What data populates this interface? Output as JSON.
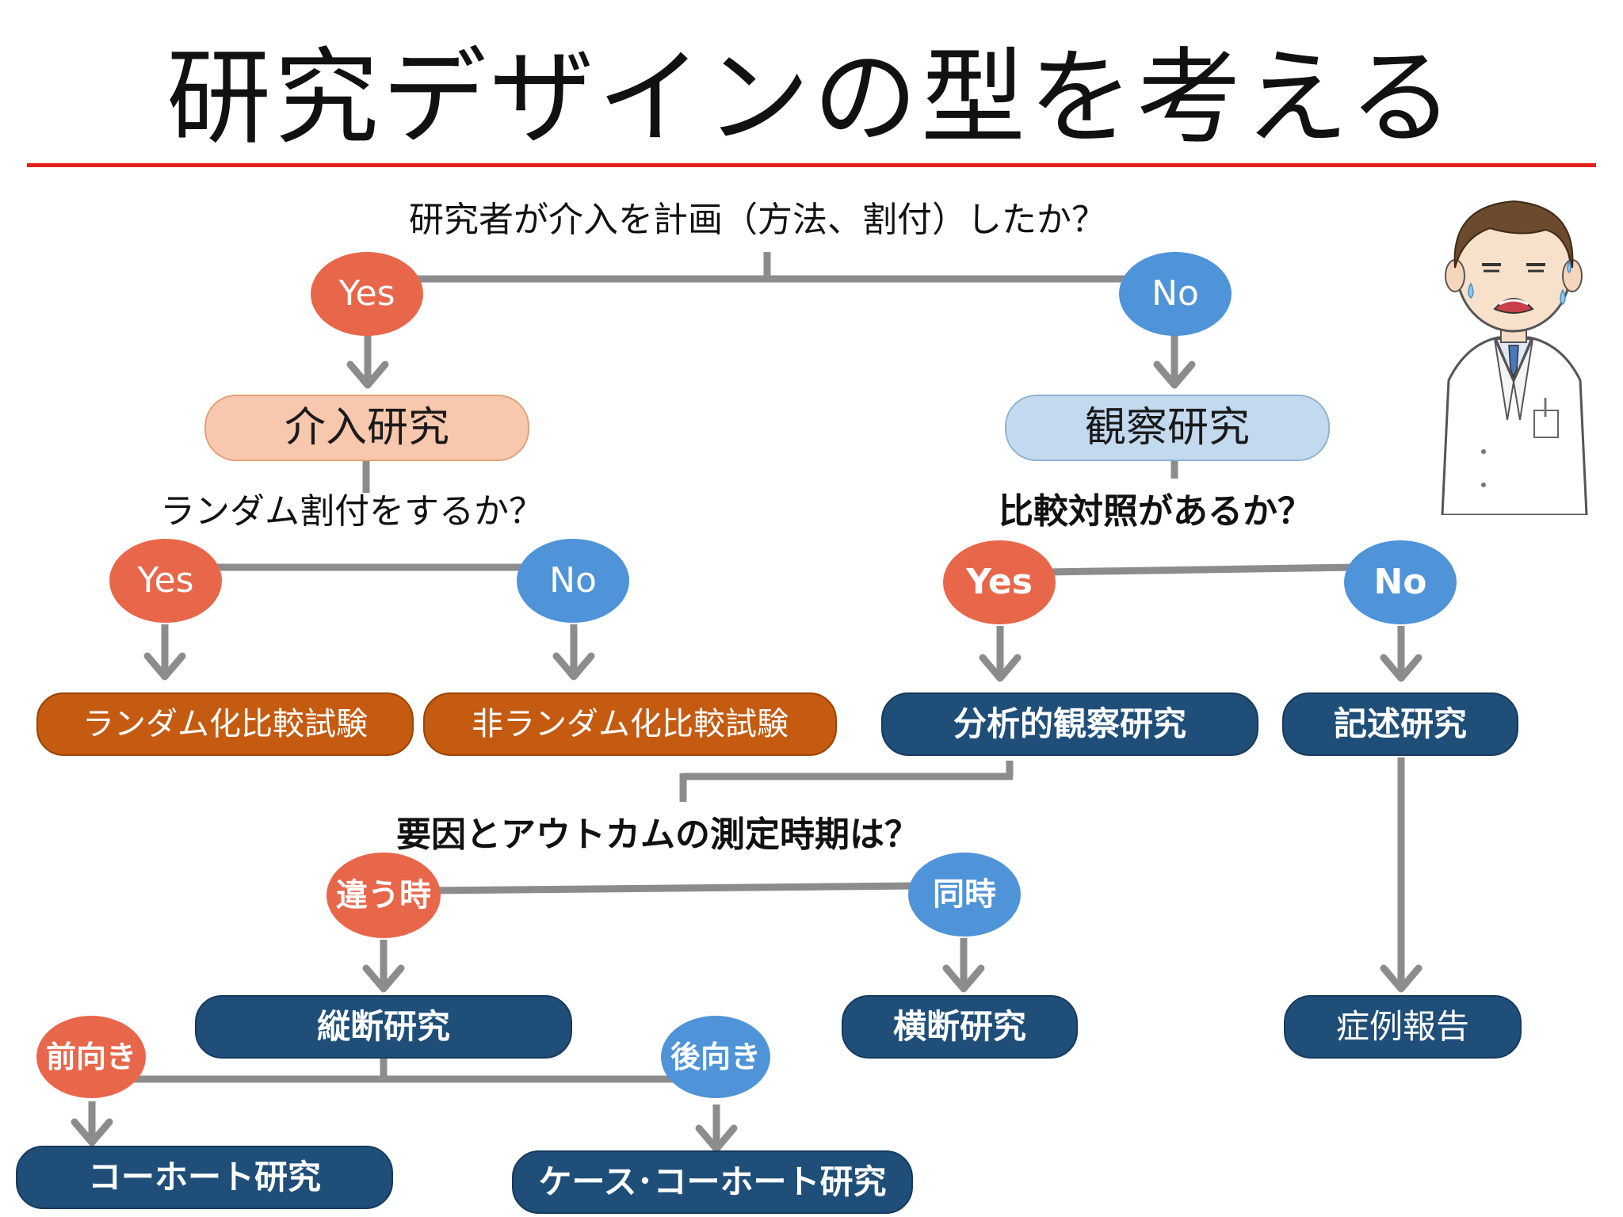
{
  "title": "研究デザインの型を考える",
  "colors": {
    "accent_red": "#e3211c",
    "yes_orange": "#e8674a",
    "no_blue": "#4f93d8",
    "intervention_box": "#f7c8ad",
    "observation_box": "#c3d9ee",
    "rct_box": "#c55a11",
    "navy_box": "#1f4e79",
    "connector_gray": "#8c8c8c"
  },
  "q1": {
    "text": "研究者が介入を計画（方法、割付）したか？",
    "yes": "Yes",
    "no": "No"
  },
  "intervention": {
    "label": "介入研究",
    "question": "ランダム割付をするか？",
    "yes": "Yes",
    "no": "No",
    "yes_result": "ランダム化比較試験",
    "no_result": "非ランダム化比較試験"
  },
  "observation": {
    "label": "観察研究",
    "question": "比較対照があるか？",
    "yes": "Yes",
    "no": "No",
    "yes_result": "分析的観察研究",
    "no_result": "記述研究",
    "descriptive_child": "症例報告"
  },
  "analytic": {
    "question": "要因とアウトカムの測定時期は？",
    "different": "違う時",
    "same": "同時",
    "longitudinal": "縦断研究",
    "cross_sectional": "横断研究",
    "forward": "前向き",
    "backward": "後向き",
    "cohort": "コーホート研究",
    "case_cohort": "ケース･コーホート研究"
  },
  "icons": [
    "worried-doctor-icon",
    "down-arrow-icon"
  ]
}
